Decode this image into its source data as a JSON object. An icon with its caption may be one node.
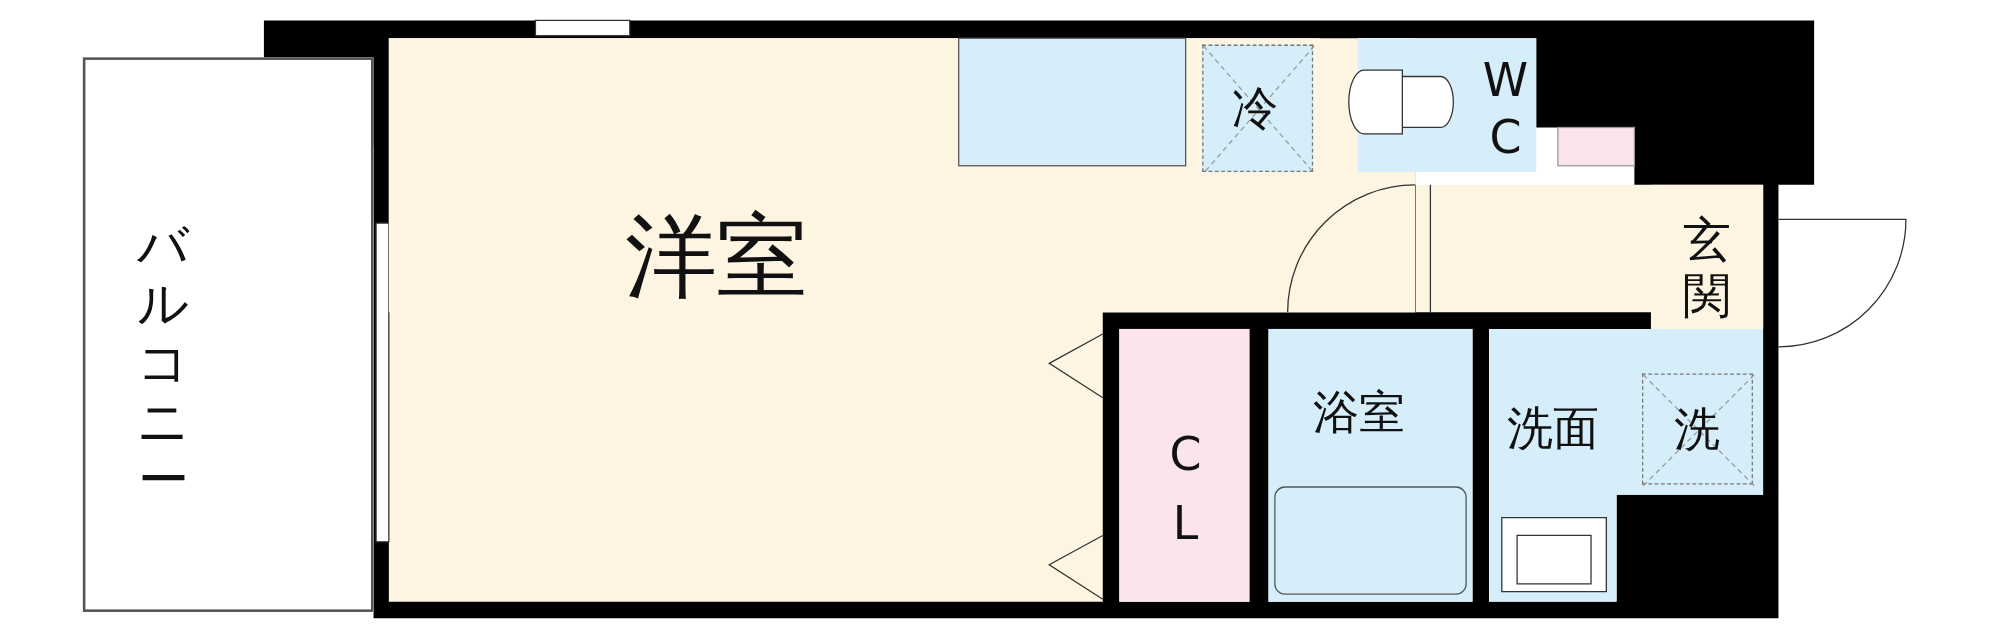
{
  "diagram": {
    "nodes": [
      {
        "text": [
          "バルコニー"
        ]
      },
      {
        "text": [
          "洋室"
        ]
      },
      {
        "text": [
          "冷"
        ],
        "in": 1
      },
      {
        "text": [
          "WC"
        ]
      },
      {
        "text": [
          "玄関"
        ]
      },
      {
        "text": [
          "CL"
        ]
      },
      {
        "text": [
          "浴室"
        ]
      },
      {
        "text": [
          "洗面"
        ]
      },
      {
        "text": [
          "洗"
        ],
        "in": 7
      }
    ]
  }
}
